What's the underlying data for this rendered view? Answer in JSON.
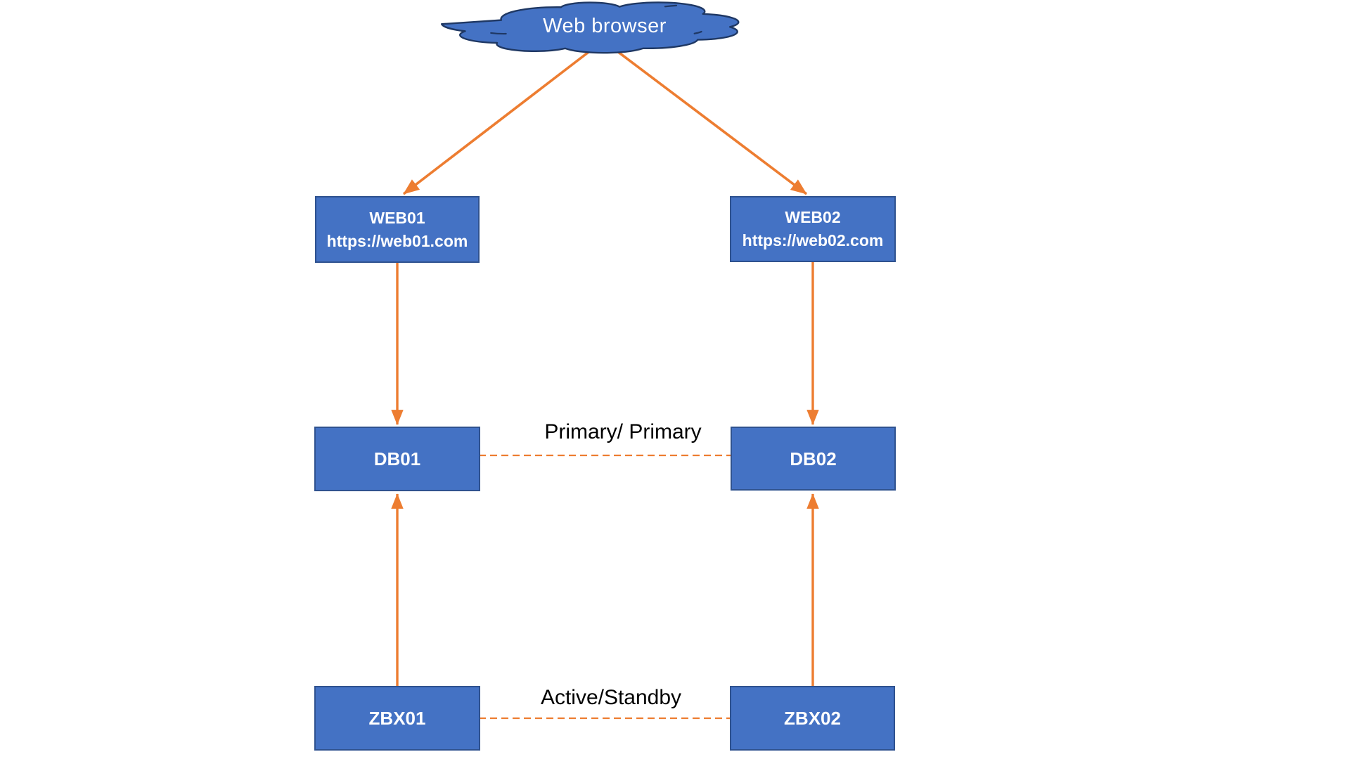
{
  "diagram": {
    "cloud": {
      "label": "Web browser"
    },
    "nodes": [
      {
        "name": "WEB01",
        "url": "https://web01.com"
      },
      {
        "name": "WEB02",
        "url": "https://web02.com"
      },
      {
        "name": "DB01"
      },
      {
        "name": "DB02"
      },
      {
        "name": "ZBX01"
      },
      {
        "name": "ZBX02"
      }
    ],
    "edge_labels": [
      {
        "text": "Primary/ Primary"
      },
      {
        "text": "Active/Standby"
      }
    ],
    "colors": {
      "node_fill": "#4472C4",
      "node_border": "#2F528F",
      "cloud_fill": "#4472C4",
      "cloud_border": "#1F3864",
      "arrow": "#ED7D31",
      "node_text": "#FFFFFF",
      "label_text": "#000000"
    }
  }
}
